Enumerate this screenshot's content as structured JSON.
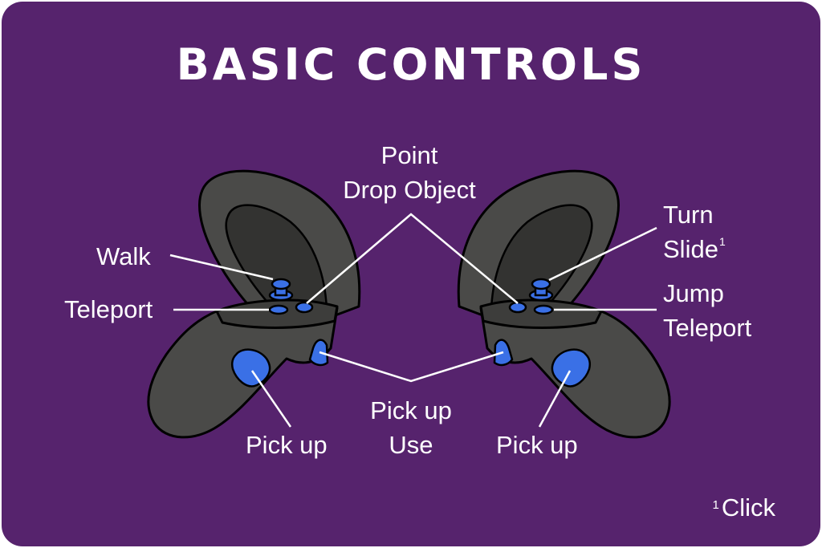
{
  "title": "BASIC CONTROLS",
  "labels": {
    "point": "Point",
    "drop_object": "Drop Object",
    "walk": "Walk",
    "teleport_left": "Teleport",
    "turn": "Turn",
    "slide": "Slide",
    "slide_superscript": "1",
    "jump": "Jump",
    "teleport_right": "Teleport",
    "pick_up_left": "Pick up",
    "pick_up_center": "Pick up",
    "use": "Use",
    "pick_up_right": "Pick up"
  },
  "footnote": {
    "marker": "1",
    "text": "Click"
  },
  "colors": {
    "background": "#56236d",
    "controller_body": "#4a4a48",
    "controller_dark": "#333331",
    "button_blue": "#3a70e6",
    "outline": "#000000",
    "text": "#ffffff"
  }
}
